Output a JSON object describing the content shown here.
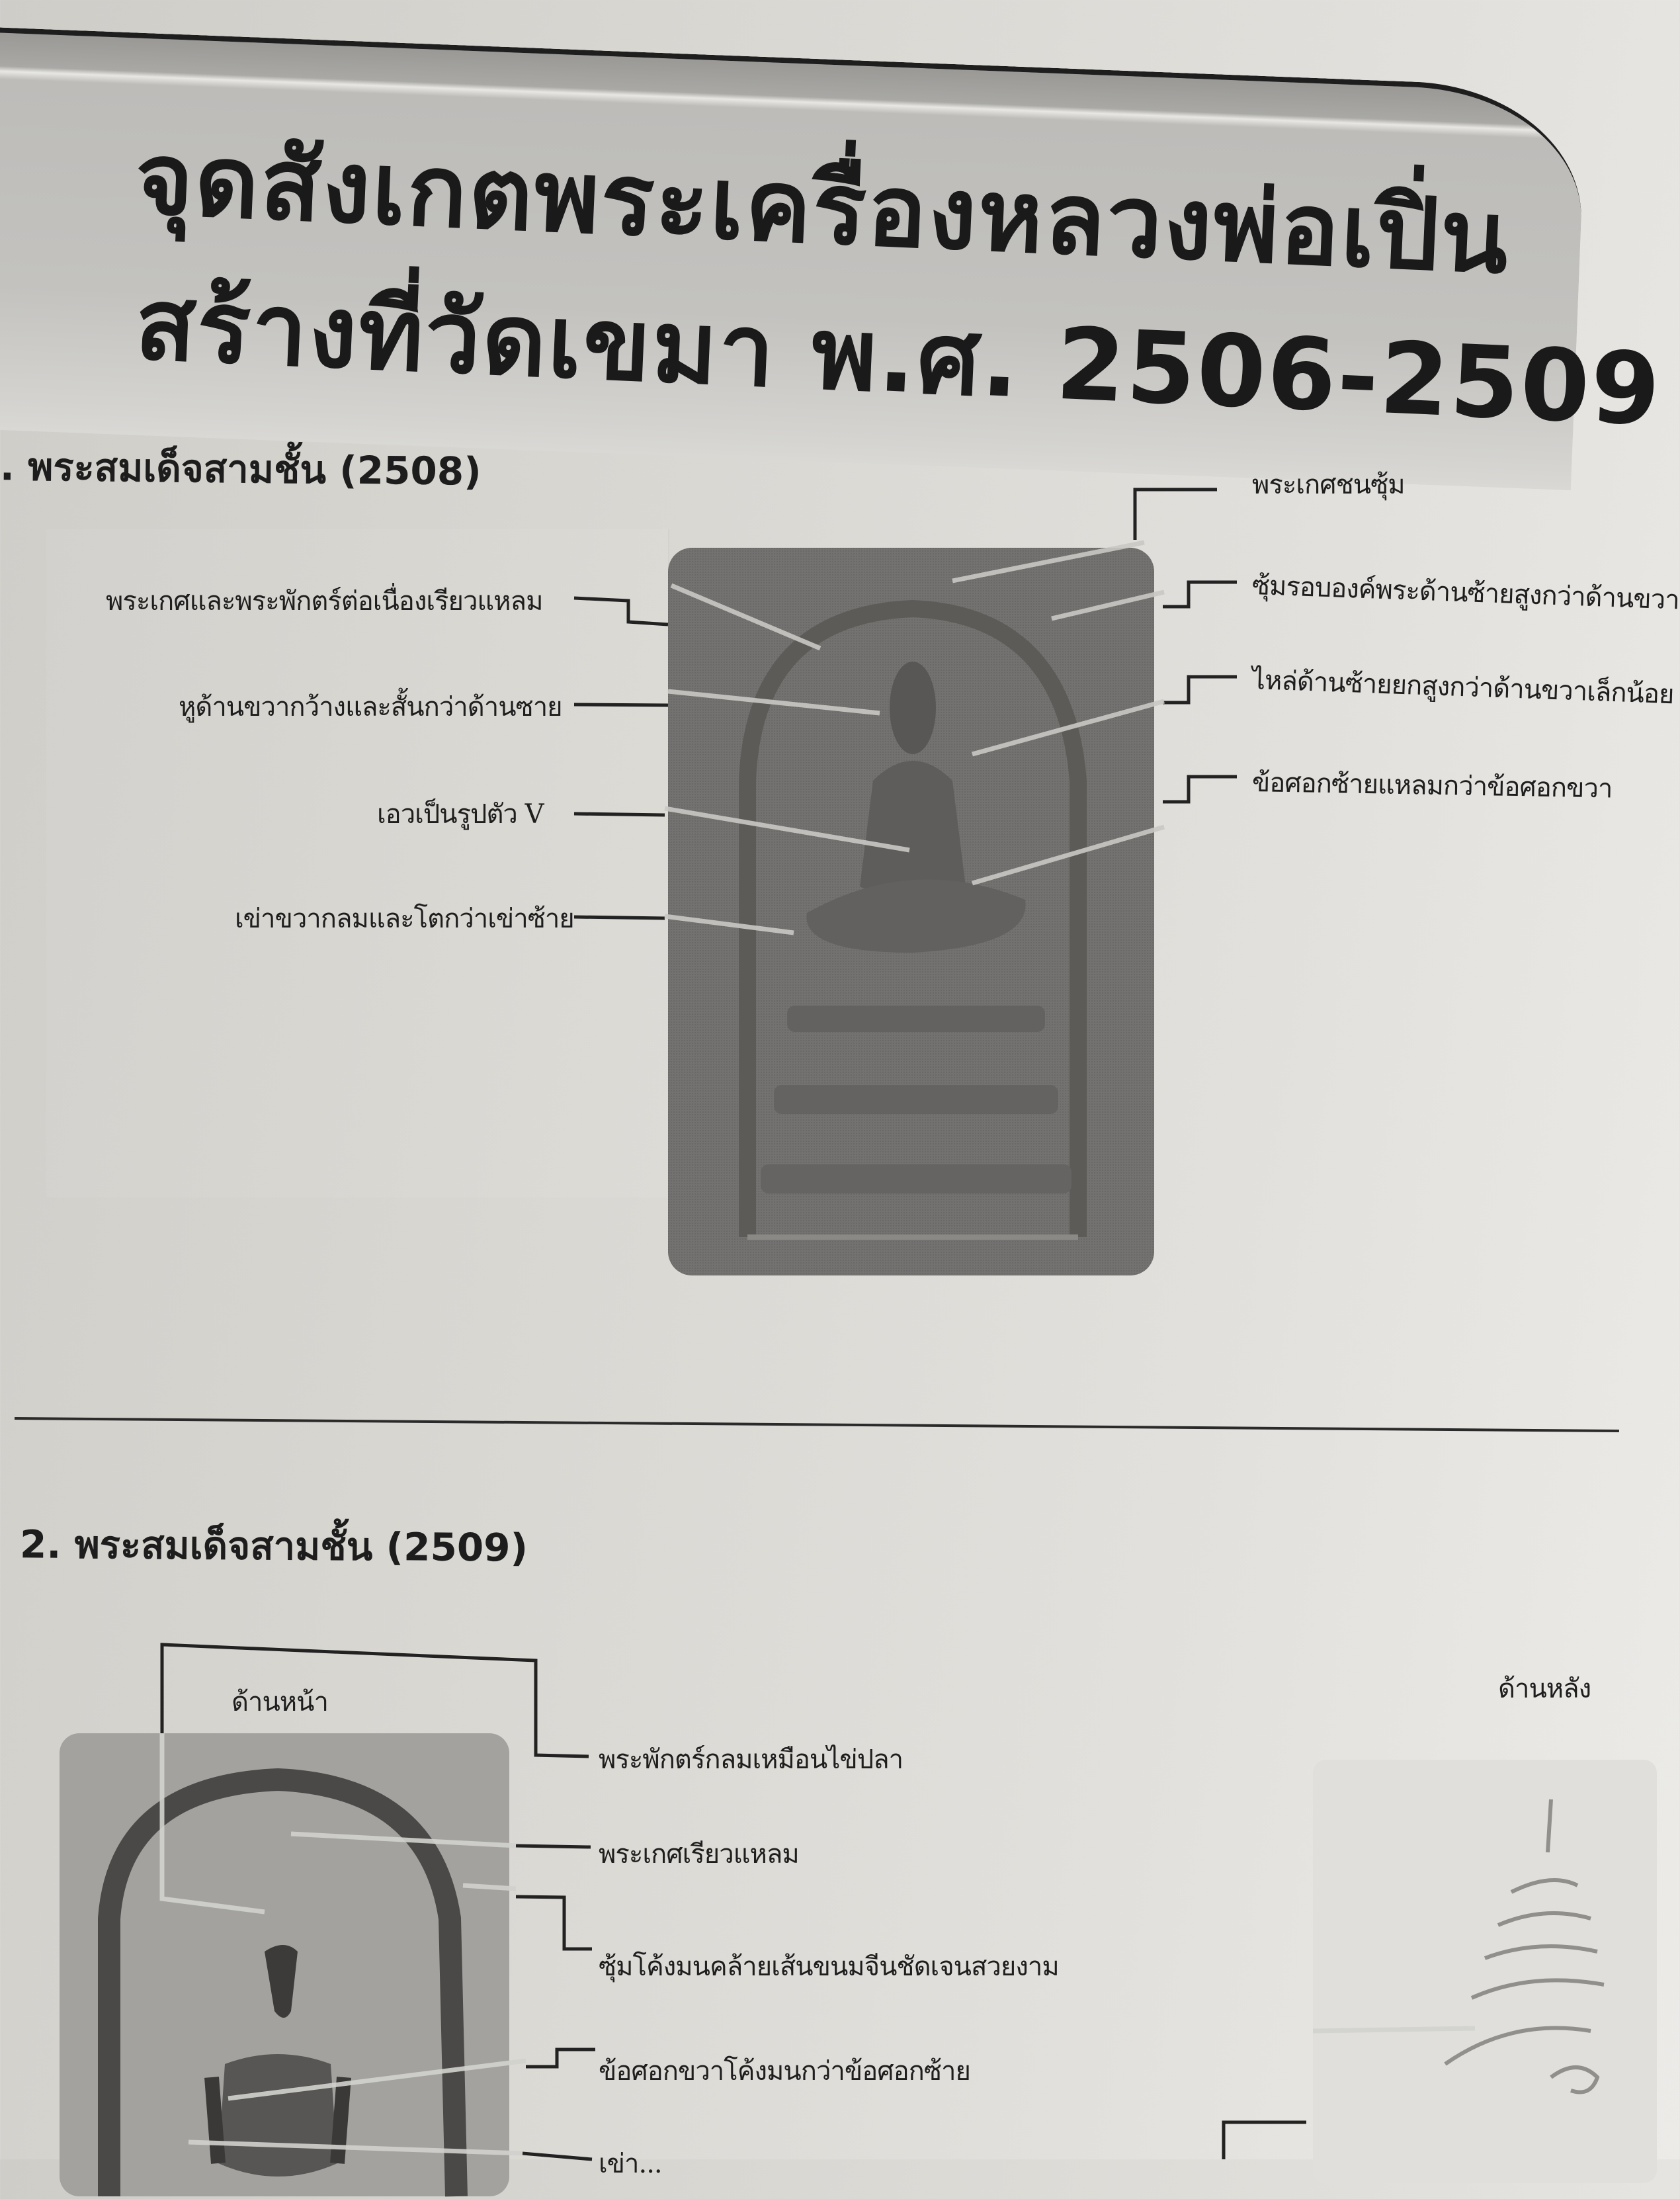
{
  "page": {
    "title_lines": [
      "จุดสังเกตพระเครื่องหลวงพ่อเปิ่น",
      "สร้างที่วัดเขมา พ.ศ. 2506-2509"
    ]
  },
  "sections": [
    {
      "heading": ". พระสมเด็จสามชั้น (2508)",
      "image": "amulet-front-photo",
      "labels_left": [
        "พระเกศและพระพักตร์ต่อเนื่องเรียวแหลม",
        "หูด้านขวากว้างและสั้นกว่าด้านซาย",
        "เอวเป็นรูปตัว V",
        "เข่าขวากลมและโตกว่าเข่าซ้าย"
      ],
      "labels_right": [
        "พระเกศชนซุ้ม",
        "ซุ้มรอบองค์พระด้านซ้ายสูงกว่าด้านขวา",
        "ไหล่ด้านซ้ายยกสูงกว่าด้านขวาเล็กน้อย",
        "ข้อศอกซ้ายแหลมกว่าข้อศอกขวา"
      ]
    },
    {
      "heading": "2. พระสมเด็จสามชั้น (2509)",
      "front_caption": "ด้านหน้า",
      "back_caption": "ด้านหลัง",
      "labels_right": [
        "พระพักตร์กลมเหมือนไข่ปลา",
        "พระเกศเรียวแหลม",
        "ซุ้มโค้งมนคล้ายเส้นขนมจีนชัดเจนสวยงาม",
        "ข้อศอกขวาโค้งมนกว่าข้อศอกซ้าย",
        "เข่า..."
      ]
    }
  ],
  "colors": {
    "ink": "#1c1c1c",
    "paper": "#dcdad6",
    "amulet_dark": "#6f6e6b",
    "banner": "#c2c1be"
  }
}
